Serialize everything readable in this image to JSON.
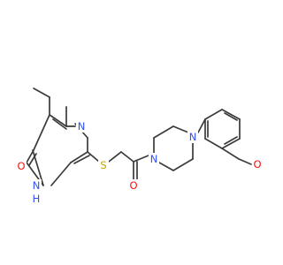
{
  "atoms": [
    {
      "id": "a1",
      "symbol": "O",
      "color": "#ff0d0d"
    },
    {
      "id": "a2",
      "symbol": "N",
      "color": "#3050f8"
    },
    {
      "id": "a3",
      "symbol": "H",
      "color": "#3050f8"
    },
    {
      "id": "a4",
      "symbol": "N",
      "color": "#3050f8"
    },
    {
      "id": "a5",
      "symbol": "S",
      "color": "#c8a400"
    },
    {
      "id": "a6",
      "symbol": "O",
      "color": "#ff0d0d"
    },
    {
      "id": "a7",
      "symbol": "N",
      "color": "#3050f8"
    },
    {
      "id": "a8",
      "symbol": "N",
      "color": "#3050f8"
    },
    {
      "id": "a9",
      "symbol": "O",
      "color": "#ff0d0d"
    }
  ],
  "bond_color": "#3b3b3b"
}
